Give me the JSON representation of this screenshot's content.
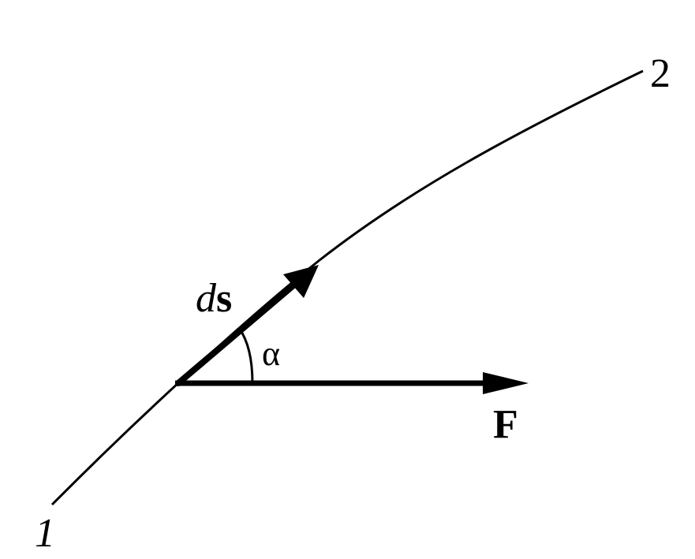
{
  "labels": {
    "start_point": "1",
    "end_point": "2",
    "displacement_d": "d",
    "displacement_s": "s",
    "angle": "α",
    "force": "F"
  },
  "colors": {
    "ink": "#000000",
    "background": "#ffffff"
  }
}
